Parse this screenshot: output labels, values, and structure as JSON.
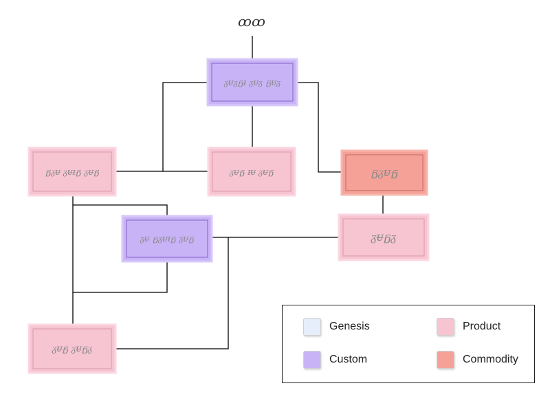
{
  "colors": {
    "genesis": "#e6eefb",
    "custom_fill": "#c9b3f7",
    "custom_inner": "#d8c8f9",
    "custom_border": "#7e63c6",
    "product_fill": "#f7c4d2",
    "product_inner": "#fad7e1",
    "product_border": "#d899ab",
    "commodity_fill": "#f5a198",
    "commodity_inner": "#f8b6ae",
    "commodity_border": "#c2655c"
  },
  "diagram": {
    "root_label": "ꝏꝏ",
    "nodes": [
      {
        "id": "custom-top",
        "type": "custom",
        "label": "ᵹᵾᵹᵷᵻ ᵹᵾᵹ ᵷᵾᵹ"
      },
      {
        "id": "product-left",
        "type": "product",
        "label": "ᵷᵹᵾ ᵹᵾᵻᵷ ᵹᵾᵷ"
      },
      {
        "id": "product-middle",
        "type": "product",
        "label": "ᵹᵾᵷ ᵻᵾ ᵹᵾᵷ"
      },
      {
        "id": "commodity",
        "type": "commodity",
        "label": "ᵷᵹᵾᵷ"
      },
      {
        "id": "custom-middle",
        "type": "custom",
        "label": "ᵹᵾ ᵷᵹᵾᵻᵷ ᵹᵾᵷ"
      },
      {
        "id": "product-right",
        "type": "product",
        "label": "ᵹᵾᵷᵹ"
      },
      {
        "id": "product-bottom",
        "type": "product",
        "label": "ᵹᵾᵷ ᵹᵾᵷᵹ"
      }
    ]
  },
  "legend": {
    "items": [
      {
        "id": "genesis",
        "label": "Genesis"
      },
      {
        "id": "product",
        "label": "Product"
      },
      {
        "id": "custom",
        "label": "Custom"
      },
      {
        "id": "commodity",
        "label": "Commodity"
      }
    ]
  }
}
